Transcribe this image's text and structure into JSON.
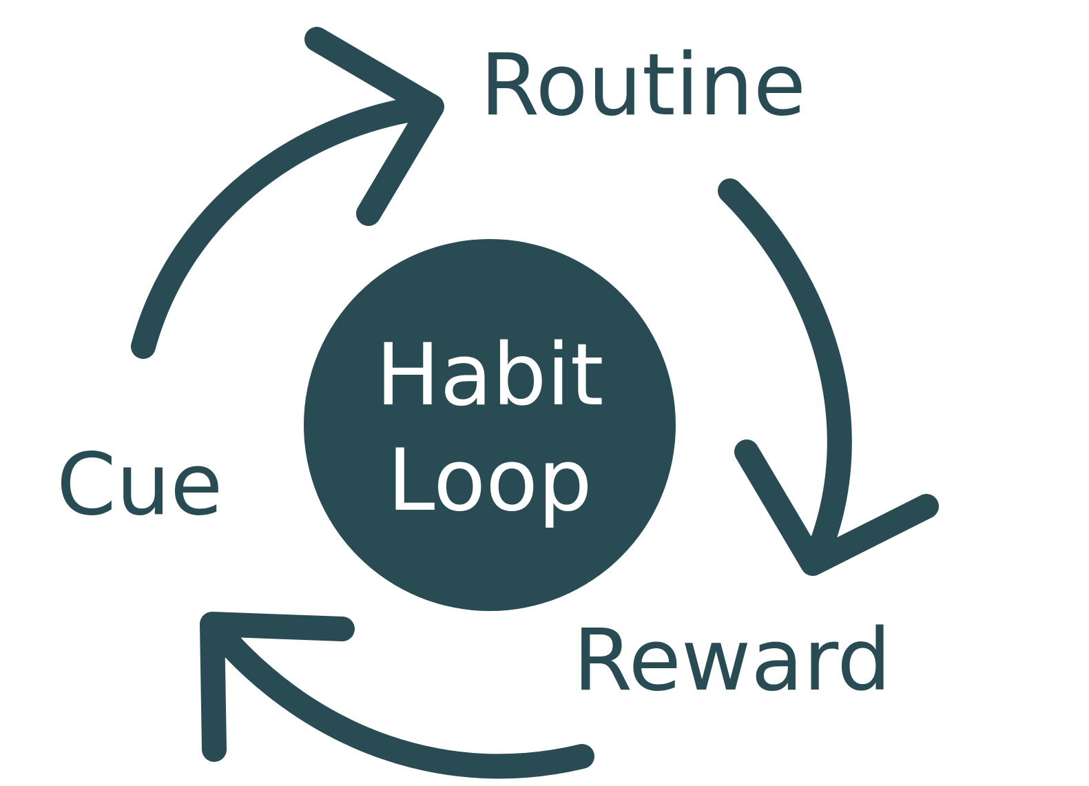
{
  "colors": {
    "primary": "#284b54",
    "center_text": "#ffffff",
    "background": "#ffffff"
  },
  "center": {
    "line1": "Habit",
    "line2": "Loop"
  },
  "stages": {
    "cue": "Cue",
    "routine": "Routine",
    "reward": "Reward"
  },
  "flow": [
    "Cue",
    "Routine",
    "Reward"
  ]
}
